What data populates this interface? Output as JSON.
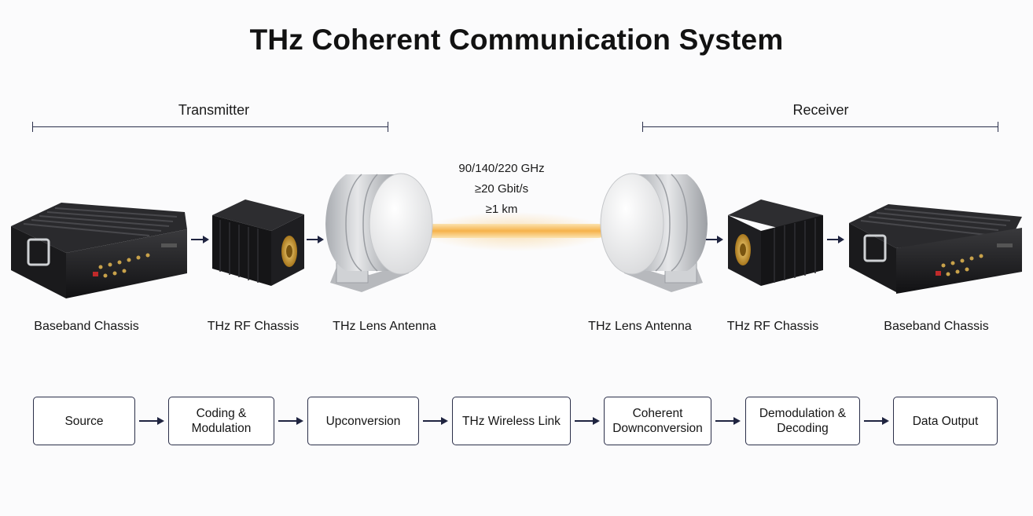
{
  "title": "THz Coherent Communication System",
  "sections": {
    "transmitter": "Transmitter",
    "receiver": "Receiver"
  },
  "link_specs": {
    "frequency": "90/140/220 GHz",
    "rate": "≥20 Gbit/s",
    "distance": "≥1 km"
  },
  "devices": [
    {
      "label": "Baseband Chassis"
    },
    {
      "label": "THz RF Chassis"
    },
    {
      "label": "THz Lens Antenna"
    },
    {
      "label": "THz Lens Antenna"
    },
    {
      "label": "THz RF Chassis"
    },
    {
      "label": "Baseband Chassis"
    }
  ],
  "flow": [
    {
      "line1": "Source",
      "line2": ""
    },
    {
      "line1": "Coding &",
      "line2": "Modulation"
    },
    {
      "line1": "Upconversion",
      "line2": ""
    },
    {
      "line1": "THz Wireless Link",
      "line2": ""
    },
    {
      "line1": "Coherent",
      "line2": "Downconversion"
    },
    {
      "line1": "Demodulation &",
      "line2": "Decoding"
    },
    {
      "line1": "Data Output",
      "line2": ""
    }
  ],
  "colors": {
    "accent": "#2b2f49",
    "beam": "#f6b24a",
    "chassis": "#1c1c1e",
    "metal": "#c9cbce",
    "gold": "#c9962a"
  },
  "icons": [
    "baseband-chassis-icon",
    "rf-chassis-icon",
    "lens-antenna-icon",
    "thz-beam",
    "arrow-right-icon"
  ]
}
